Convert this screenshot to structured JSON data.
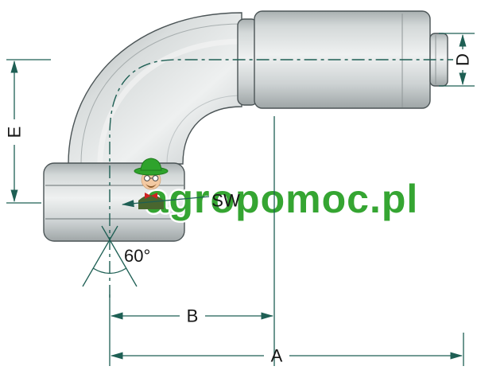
{
  "colors": {
    "dimension": "#1e5f54",
    "outline": "#4b5456",
    "watermark_green": "#2fa32c",
    "label": "#161616"
  },
  "diagram": {
    "title": "90-degree elbow hose fitting technical drawing",
    "watermark_text": "agropomoc.pl",
    "labels": {
      "diameter": "D",
      "height": "E",
      "wrench_size": "SW",
      "cone_angle": "60°",
      "length_b": "B",
      "length_a": "A"
    }
  }
}
